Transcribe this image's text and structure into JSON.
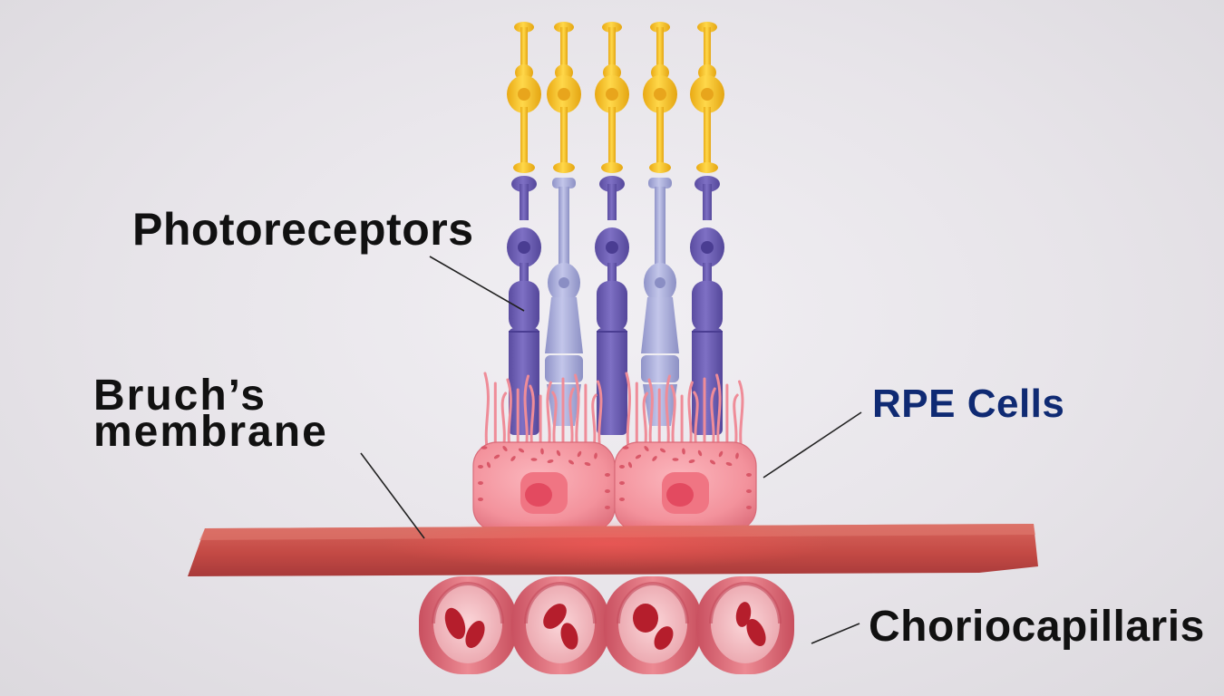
{
  "labels": {
    "photoreceptors": "Photoreceptors",
    "bruchs_line1": "Bruch’s",
    "bruchs_line2": "membrane",
    "rpe_cells": "RPE Cells",
    "choriocapillaris": "Choriocapillaris"
  },
  "colors": {
    "background": "#e7e4e9",
    "label_text": "#111111",
    "rpe_label": "#0f2a73",
    "photoreceptor_tip": "#f5c12e",
    "rod_body": "#6a5cb0",
    "cone_body": "#a9acd8",
    "rpe_cell": "#f08a95",
    "bruchs_membrane": "#c9504a",
    "capillary": "#de6b75",
    "red_blood_cell": "#b51e2c"
  },
  "photoreceptors": [
    {
      "type": "rod"
    },
    {
      "type": "cone"
    },
    {
      "type": "rod"
    },
    {
      "type": "cone"
    },
    {
      "type": "rod"
    }
  ],
  "rpe_cell_count": 2,
  "capillary_count": 4
}
